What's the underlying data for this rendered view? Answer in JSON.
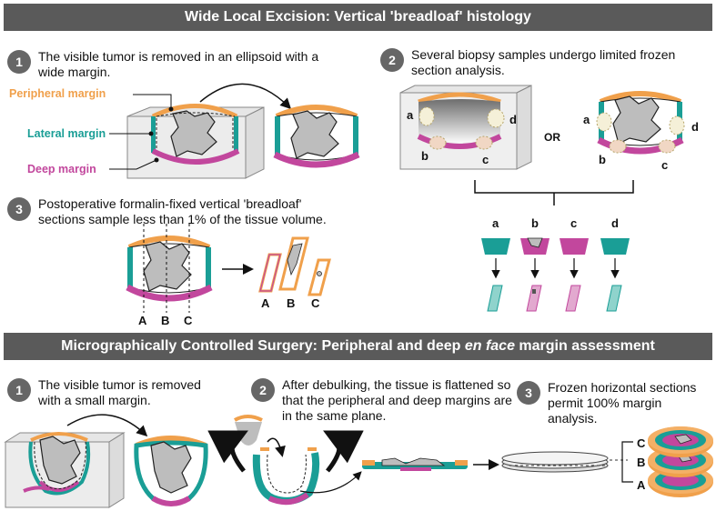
{
  "top": {
    "title_pre": "Wide Local Excision: Vertical 'breadloaf' histology",
    "step1": {
      "num": "1",
      "text": "The visible tumor is removed in an ellipsoid with a wide margin."
    },
    "step2": {
      "num": "2",
      "text": "Several biopsy samples undergo limited frozen section analysis."
    },
    "step3": {
      "num": "3",
      "text": "Postoperative formalin-fixed vertical 'breadloaf' sections sample less than 1% of the tissue volume."
    },
    "labels": {
      "peripheral": "Peripheral margin",
      "lateral": "Lateral margin",
      "deep": "Deep margin"
    },
    "or_text": "OR",
    "biopsy_letters": [
      "a",
      "b",
      "c",
      "d"
    ],
    "section_letters": [
      "A",
      "B",
      "C"
    ]
  },
  "bottom": {
    "title_pre": "Micrographically Controlled Surgery: Peripheral and deep ",
    "title_em": "en face",
    "title_post": " margin assessment",
    "step1": {
      "num": "1",
      "text": "The visible tumor is removed with a small margin."
    },
    "step2": {
      "num": "2",
      "text": "After debulking, the tissue is flattened so that the peripheral and deep margins are in the same plane."
    },
    "step3": {
      "num": "3",
      "text": "Frozen horizontal sections permit 100% margin analysis."
    },
    "layer_letters": [
      "C",
      "B",
      "A"
    ]
  },
  "colors": {
    "peripheral": "#f0a04b",
    "lateral": "#1a9e96",
    "deep": "#c2479d",
    "tumor": "#bdbdbd",
    "banner": "#5a5a5a"
  }
}
